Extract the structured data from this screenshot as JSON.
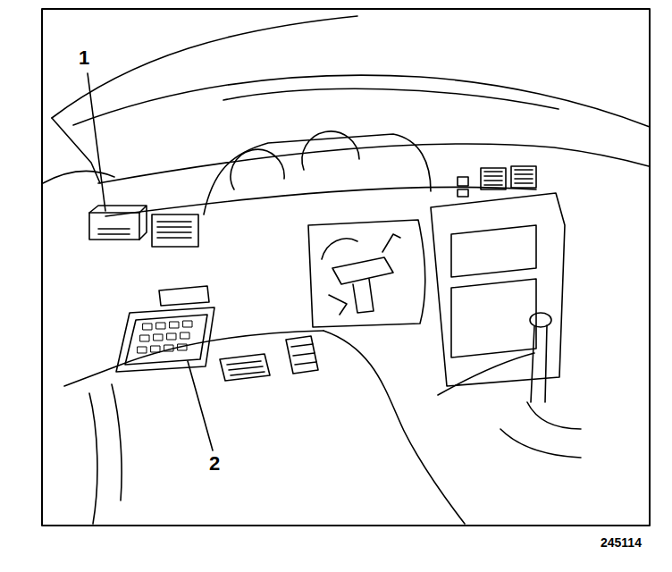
{
  "diagram": {
    "labels": [
      "1",
      "2",
      "245114"
    ]
  }
}
